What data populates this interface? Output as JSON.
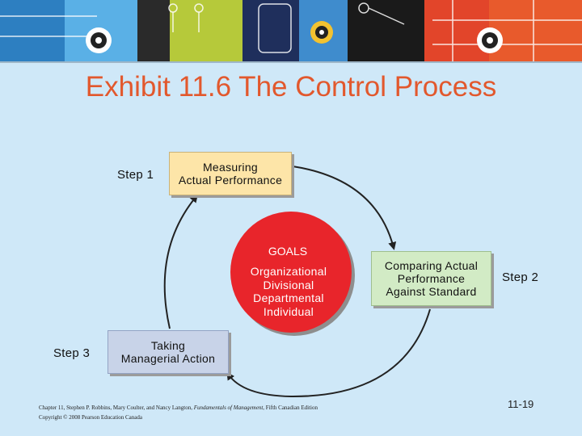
{
  "title": "Exhibit 11.6 The Control Process",
  "steps": {
    "step1": {
      "label": "Step 1",
      "text": "Measuring\nActual Performance"
    },
    "step2": {
      "label": "Step 2",
      "text": "Comparing Actual\nPerformance\nAgainst Standard"
    },
    "step3": {
      "label": "Step 3",
      "text": "Taking\nManagerial Action"
    }
  },
  "goals": {
    "title": "GOALS",
    "items": [
      "Organizational",
      "Divisional",
      "Departmental",
      "Individual"
    ]
  },
  "footer": {
    "citation_start": "Chapter 11, Stephen P. Robbins, Mary Coulter, and Nancy Langton, ",
    "citation_italic": "Fundamentals of Management",
    "citation_end": ", Fifth Canadian Edition",
    "copyright": "Copyright © 2008 Pearson Education Canada"
  },
  "page_number": "11-19",
  "colors": {
    "background": "#cfe8f8",
    "title": "#e2582d",
    "goals": "#e8252b",
    "step1_box": "#fde5a8",
    "step2_box": "#d2ebc5",
    "step3_box": "#c8d3e8"
  }
}
